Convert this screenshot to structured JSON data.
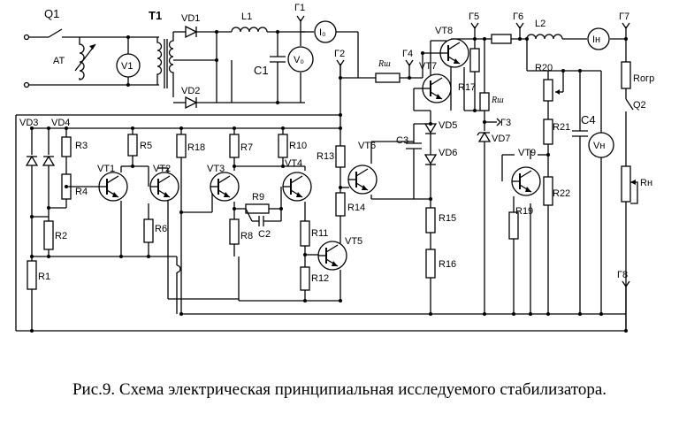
{
  "caption": "Рис.9. Схема электрическая принципиальная исследуемого стабилизатора.",
  "labels": {
    "Q1": "Q1",
    "T1": "T1",
    "AT": "AT",
    "V1": "V1",
    "VD1": "VD1",
    "VD2": "VD2",
    "L1": "L1",
    "C1": "C1",
    "G1": "Г1",
    "I0": "I₀",
    "V0": "V₀",
    "G2": "Г2",
    "Rsh": "Rш",
    "G4": "Г4",
    "VT8": "VT8",
    "VT7": "VT7",
    "G5": "Г5",
    "G6": "Г6",
    "L2": "L2",
    "IH": "Iн",
    "G7": "Г7",
    "R17": "R17",
    "Rsh2": "Rш",
    "G3": "Г3",
    "VD7": "VD7",
    "VD5": "VD5",
    "VD6": "VD6",
    "C3": "C3",
    "R20": "R20",
    "R21": "R21",
    "R22": "R22",
    "C4": "C4",
    "VH": "Vн",
    "Rogr": "Rогр",
    "Q2": "Q2",
    "RH": "Rн",
    "G8": "Г8",
    "VD3": "VD3",
    "VD4": "VD4",
    "R1": "R1",
    "R2": "R2",
    "R3": "R3",
    "R4": "R4",
    "VT1": "VT1",
    "R5": "R5",
    "VT2": "VT2",
    "R6": "R6",
    "R18": "R18",
    "R7": "R7",
    "VT3": "VT3",
    "R8": "R8",
    "R9": "R9",
    "C2": "C2",
    "R10": "R10",
    "VT4": "VT4",
    "R11": "R11",
    "R12": "R12",
    "VT5": "VT5",
    "R13": "R13",
    "VT6": "VT6",
    "R14": "R14",
    "R15": "R15",
    "R16": "R16",
    "VT9": "VT9",
    "R19": "R19"
  }
}
